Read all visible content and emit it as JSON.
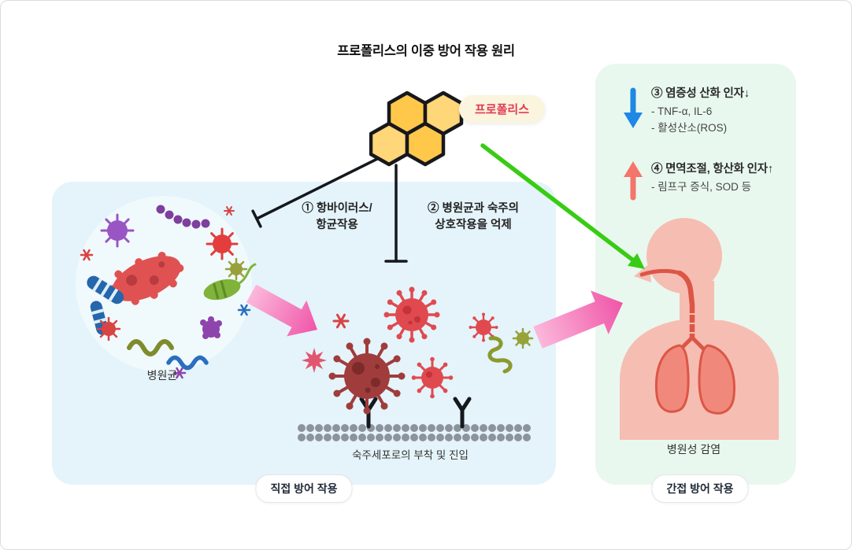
{
  "title": "프로폴리스의 이중 방어 작용 원리",
  "propolis": {
    "label": "프로폴리스"
  },
  "direct": {
    "action1": "① 항바이러스/\n항균작용",
    "action2": "② 병원균과 숙주의\n상호작용을 억제",
    "pathogen_label": "병원균",
    "membrane_label": "숙주세포로의 부착 및 진입",
    "badge": "직접 방어 작용"
  },
  "indirect": {
    "inflammation": {
      "title": "③ 염증성 산화 인자↓",
      "lines": [
        "- TNF-α, IL-6",
        "- 활성산소(ROS)"
      ]
    },
    "immune": {
      "title": "④ 면역조절, 항산화 인자↑",
      "lines": [
        "- 림프구 증식, SOD 등"
      ]
    },
    "infection_label": "병원성 감염",
    "badge": "간접 방어 작용"
  },
  "icons": {
    "honeycomb": "honeycomb-hexagon-cluster",
    "down_arrow": "↓",
    "up_arrow": "↑"
  },
  "colors": {
    "panel_blue": "#E4F4FA",
    "panel_green": "#E9F8EE",
    "honey_yellow": "#FFC84A",
    "propolis_text": "#E23A53",
    "arrow_green": "#38CC14",
    "arrow_blue": "#1E88E5",
    "arrow_coral": "#F4756B",
    "arrow_pink": "#F055A8",
    "virus_red": "#E04A4F",
    "virus_maroon": "#A03C3C",
    "body_skin": "#F6BDB3",
    "respiratory_red": "#DC5645"
  }
}
